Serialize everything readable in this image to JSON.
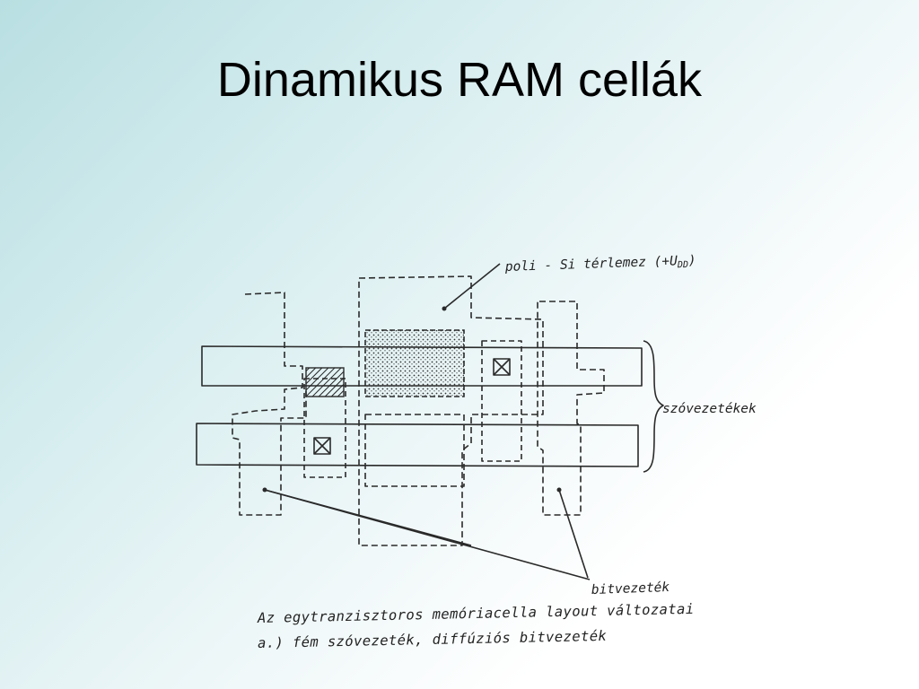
{
  "slide": {
    "title": "Dinamikus RAM cellák"
  },
  "diagram": {
    "labels": {
      "poly_plate": "poli - Si térlemez (+U",
      "poly_plate_sub": "DD",
      "poly_plate_close": ")",
      "word_lines": "szóvezetékek",
      "bit_lines": "bitvezeték"
    },
    "caption": {
      "line1": "Az egytranzisztoros memóriacella layout változatai",
      "line2": "a.) fém szóvezeték, diffúziós bitvezeték"
    }
  },
  "colors": {
    "ink": "#2a2a2a",
    "title": "#000000"
  }
}
